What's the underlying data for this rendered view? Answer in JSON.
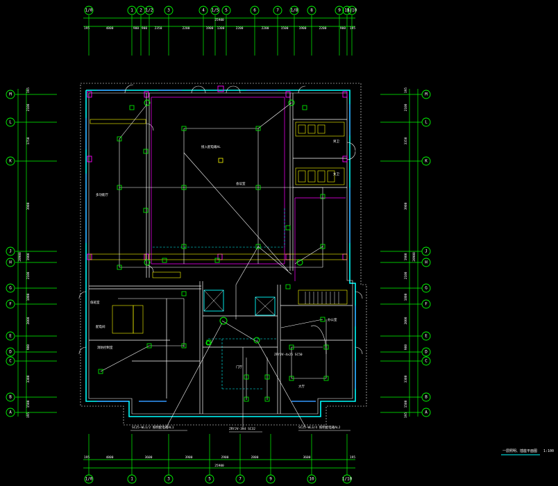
{
  "colors": {
    "background": "#000000",
    "axis": "#00ff00",
    "wall": "#00ffff",
    "window": "#00aaff",
    "wire": "#ffffff",
    "equipment": "#00ff00",
    "furniture": "#ffff00",
    "conduit": "#ff00ff",
    "text": "#ffffff"
  },
  "grid": {
    "top_axes": [
      "1/0",
      "1",
      "2",
      "1/2",
      "3",
      "4",
      "1/5",
      "5",
      "6",
      "7",
      "1/8",
      "8",
      "9",
      "10",
      "1/10"
    ],
    "bottom_axes": [
      "1/0",
      "1",
      "3",
      "5",
      "7",
      "9",
      "10",
      "1/10"
    ],
    "left_axes": [
      "M",
      "L",
      "K",
      "J",
      "H",
      "G",
      "F",
      "E",
      "D",
      "C",
      "B",
      "A"
    ],
    "right_axes": [
      "M",
      "L",
      "K",
      "J",
      "H",
      "G",
      "F",
      "E",
      "D",
      "C",
      "B",
      "A"
    ]
  },
  "dimensions": {
    "top_segments": [
      "195",
      "4800",
      "900",
      "900",
      "2350",
      "2200",
      "1900",
      "1300",
      "2200",
      "2200",
      "1500",
      "1900",
      "2200",
      "900",
      "195"
    ],
    "top_total": "25900",
    "bottom_segments": [
      "195",
      "4800",
      "3600",
      "3900",
      "2900",
      "2800",
      "3600",
      "195"
    ],
    "bottom_total": "25900",
    "left_segments": [
      "195",
      "2100",
      "1750",
      "3900",
      "1900",
      "2100",
      "1800",
      "2000",
      "900",
      "3300",
      "1500",
      "195"
    ],
    "left_total": "28900",
    "right_segments": [
      "195",
      "2100",
      "3350",
      "3900",
      "1900",
      "2100",
      "1800",
      "2000",
      "900",
      "3300",
      "1500",
      "195"
    ],
    "right_total": "28900"
  },
  "rooms": {
    "hall_left": "多功能厅",
    "hall_center": "会议室",
    "panel_note": "接入配电箱AL",
    "toilet_m": "男卫",
    "toilet_f": "女卫",
    "office_1": "值班室",
    "office_2": "消防控制室",
    "office_3": "配电间",
    "room_4": "办公室",
    "room_5": "大厅",
    "room_6": "门厅"
  },
  "labels": {
    "feeder_1": "SC25-WL1/2 照明配电箱AL1",
    "feeder_2": "SC25-WL3/4 照明配电箱AL2",
    "feeder_3": "ZRYJV-3x4 SC32",
    "feeder_4": "ZRYJV-4x25 SC50"
  },
  "title_block": {
    "drawing_title": "一层照明、插座平面图",
    "scale": "1:100"
  }
}
